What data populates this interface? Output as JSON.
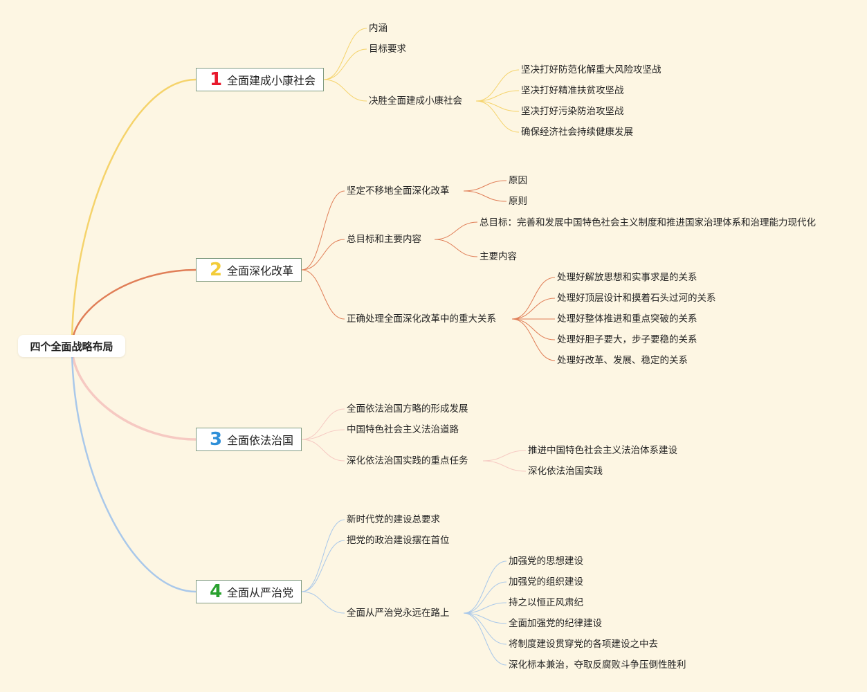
{
  "root": "四个全面战略布局",
  "colors": {
    "b1": "#f5d36b",
    "b2": "#e07e57",
    "b3": "#f6c9c2",
    "b4": "#a9c8ea",
    "n1": "#e8192c",
    "n2": "#f3cc38",
    "n3": "#2e8fd8",
    "n4": "#2aa12f"
  },
  "branches": [
    {
      "number": "1",
      "label": "全面建成小康社会",
      "children": [
        {
          "label": "内涵"
        },
        {
          "label": "目标要求"
        },
        {
          "label": "决胜全面建成小康社会",
          "children": [
            "坚决打好防范化解重大风险攻坚战",
            "坚决打好精准扶贫攻坚战",
            "坚决打好污染防治攻坚战",
            "确保经济社会持续健康发展"
          ]
        }
      ]
    },
    {
      "number": "2",
      "label": "全面深化改革",
      "children": [
        {
          "label": "坚定不移地全面深化改革",
          "children": [
            "原因",
            "原则"
          ]
        },
        {
          "label": "总目标和主要内容",
          "children": [
            "总目标：完善和发展中国特色社会主义制度和推进国家治理体系和治理能力现代化",
            "主要内容"
          ]
        },
        {
          "label": "正确处理全面深化改革中的重大关系",
          "children": [
            "处理好解放思想和实事求是的关系",
            "处理好顶层设计和摸着石头过河的关系",
            "处理好整体推进和重点突破的关系",
            "处理好胆子要大，步子要稳的关系",
            "处理好改革、发展、稳定的关系"
          ]
        }
      ]
    },
    {
      "number": "3",
      "label": "全面依法治国",
      "children": [
        {
          "label": "全面依法治国方略的形成发展"
        },
        {
          "label": "中国特色社会主义法治道路"
        },
        {
          "label": "深化依法治国实践的重点任务",
          "children": [
            "推进中国特色社会主义法治体系建设",
            "深化依法治国实践"
          ]
        }
      ]
    },
    {
      "number": "4",
      "label": "全面从严治党",
      "children": [
        {
          "label": "新时代党的建设总要求"
        },
        {
          "label": "把党的政治建设摆在首位"
        },
        {
          "label": "全面从严治党永远在路上",
          "children": [
            "加强党的思想建设",
            "加强党的组织建设",
            "持之以恒正风肃纪",
            "全面加强党的纪律建设",
            "将制度建设贯穿党的各项建设之中去",
            "深化标本兼治，夺取反腐败斗争压倒性胜利"
          ]
        }
      ]
    }
  ]
}
